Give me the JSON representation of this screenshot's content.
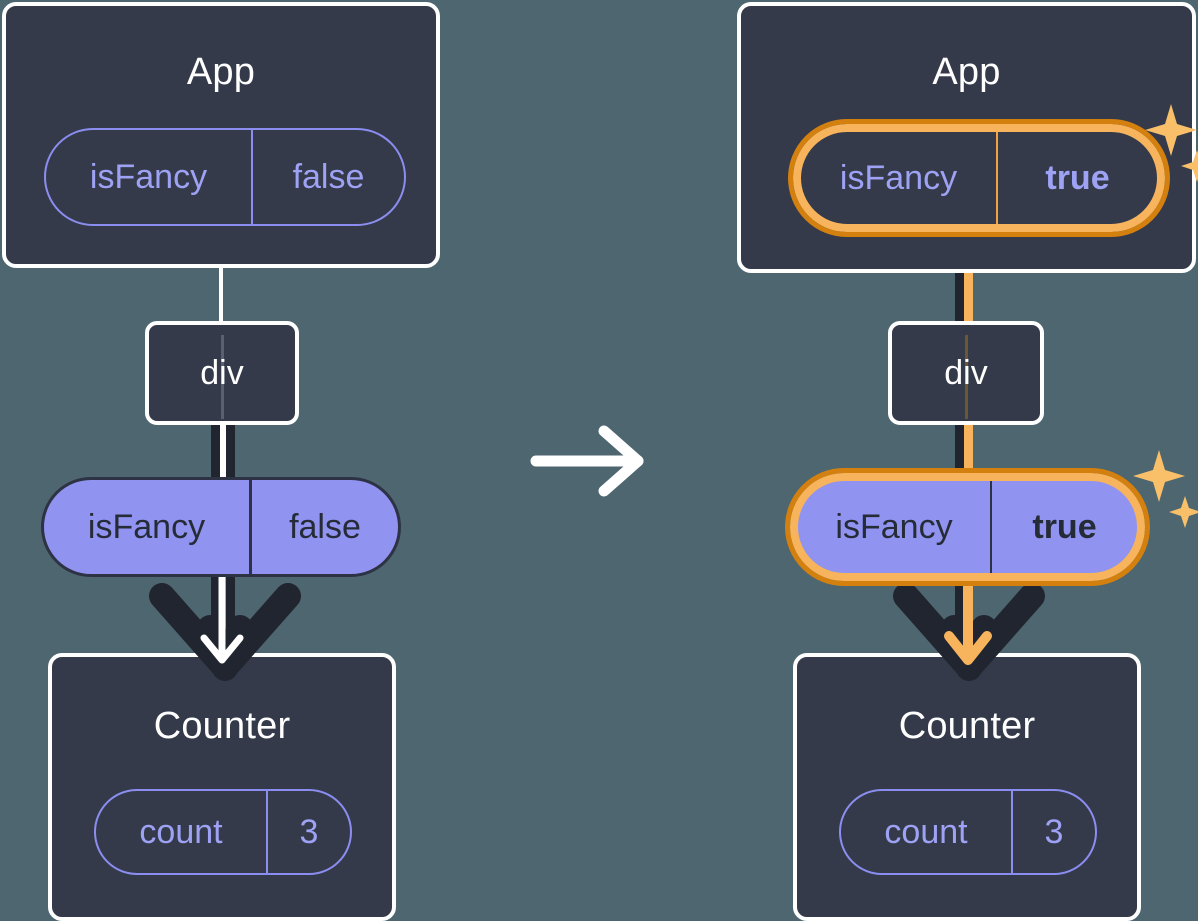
{
  "diagram": {
    "type": "react-state-propagation",
    "background_color": "#4d6670",
    "accent_highlight_color": "#f7b45c",
    "accent_highlight_dark": "#d4800f",
    "pill_fill_color": "#9093ef",
    "card_bg_color": "#343a49",
    "transition_icon": "arrow-right-icon"
  },
  "left": {
    "app": {
      "title": "App",
      "pill": {
        "name": "isFancy",
        "value": "false",
        "highlighted": false,
        "bold_value": false
      }
    },
    "div": {
      "label": "div"
    },
    "prop_pill": {
      "name": "isFancy",
      "value": "false",
      "highlighted": false,
      "bold_value": false
    },
    "counter": {
      "title": "Counter",
      "pill": {
        "name": "count",
        "value": "3",
        "highlighted": false,
        "bold_value": false
      }
    }
  },
  "right": {
    "app": {
      "title": "App",
      "pill": {
        "name": "isFancy",
        "value": "true",
        "highlighted": true,
        "bold_value": true
      },
      "sparkle_icon": "sparkles-icon"
    },
    "div": {
      "label": "div"
    },
    "prop_pill": {
      "name": "isFancy",
      "value": "true",
      "highlighted": true,
      "bold_value": true,
      "sparkle_icon": "sparkles-icon"
    },
    "counter": {
      "title": "Counter",
      "pill": {
        "name": "count",
        "value": "3",
        "highlighted": false,
        "bold_value": false
      }
    }
  }
}
